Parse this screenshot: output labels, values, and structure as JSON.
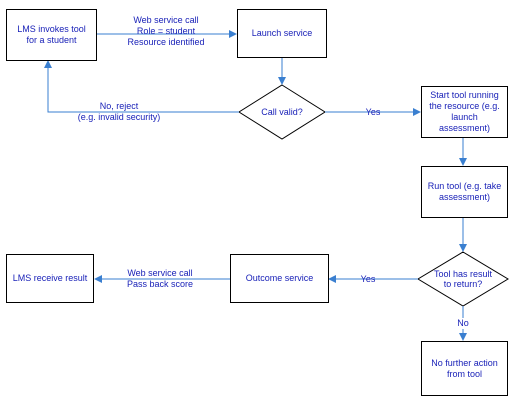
{
  "colors": {
    "text": "#1a22b8",
    "arrow": "#3a7fd0",
    "border": "#000000",
    "background": "#ffffff"
  },
  "nodes": {
    "lms_invokes": "LMS invokes tool\nfor a student",
    "launch_service": "Launch service",
    "call_valid": "Call valid?",
    "start_tool": "Start tool running\nthe resource (e.g.\nlaunch\nassessment)",
    "run_tool": "Run tool (e.g. take\nassessment)",
    "tool_has_result": "Tool has result\nto return?",
    "no_further_action": "No further action\nfrom tool",
    "outcome_service": "Outcome service",
    "lms_receive": "LMS receive result"
  },
  "edge_labels": {
    "web_service_call_launch": "Web service call\nRole = student\nResource identified",
    "no_reject": "No, reject\n(e.g. invalid security)",
    "yes_valid": "Yes",
    "yes_result": "Yes",
    "no_result": "No",
    "web_service_call_score": "Web service call\nPass back score"
  }
}
